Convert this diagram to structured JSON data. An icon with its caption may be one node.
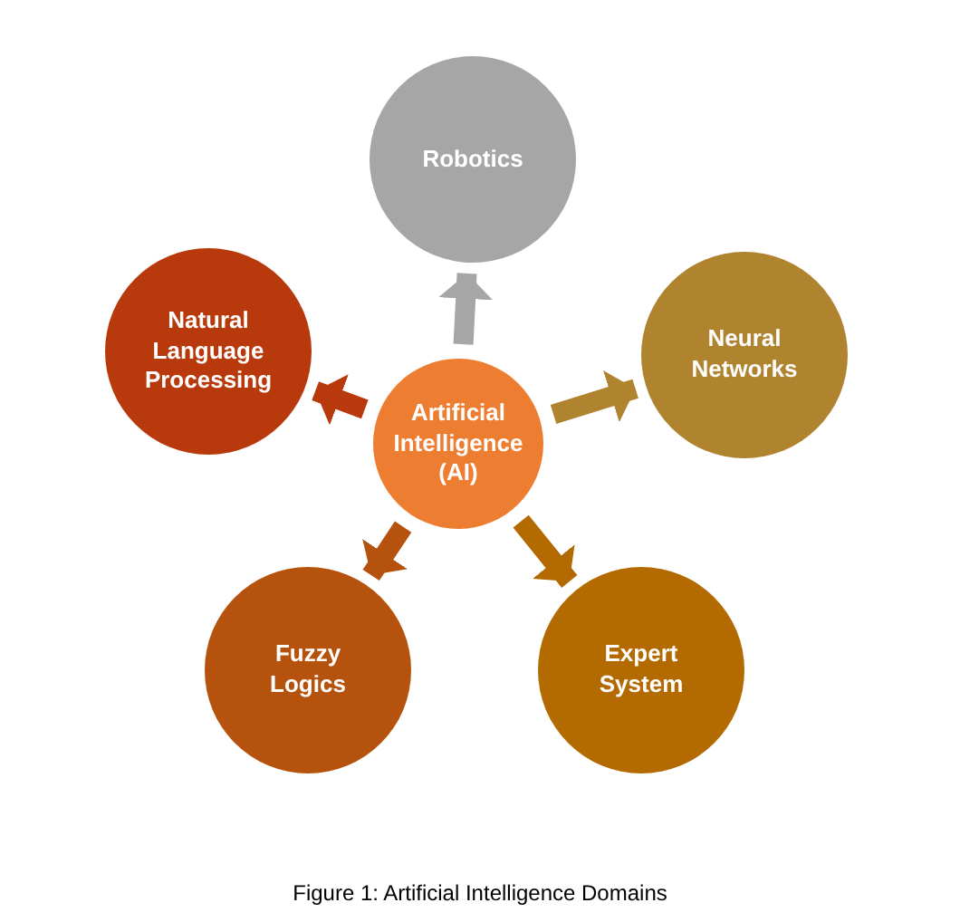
{
  "diagram": {
    "caption": "Figure 1: Artificial Intelligence Domains",
    "nodes": [
      {
        "text": [
          "Artificial Intelligence (AI)"
        ]
      },
      {
        "text": [
          "Robotics"
        ]
      },
      {
        "text": [
          "Neural Networks"
        ]
      },
      {
        "text": [
          "Expert System"
        ]
      },
      {
        "text": [
          "Fuzzy Logics"
        ]
      },
      {
        "text": [
          "Natural Language Processing"
        ]
      }
    ],
    "edges": [
      {
        "from": 0,
        "to": 1,
        "arrow": "to",
        "color": "#a6a6a6"
      },
      {
        "from": 0,
        "to": 2,
        "arrow": "to",
        "color": "#b0832f"
      },
      {
        "from": 0,
        "to": 3,
        "arrow": "to",
        "color": "#b36a00"
      },
      {
        "from": 0,
        "to": 4,
        "arrow": "to",
        "color": "#b5520d"
      },
      {
        "from": 0,
        "to": 5,
        "arrow": "to",
        "color": "#b83a0c"
      }
    ]
  }
}
